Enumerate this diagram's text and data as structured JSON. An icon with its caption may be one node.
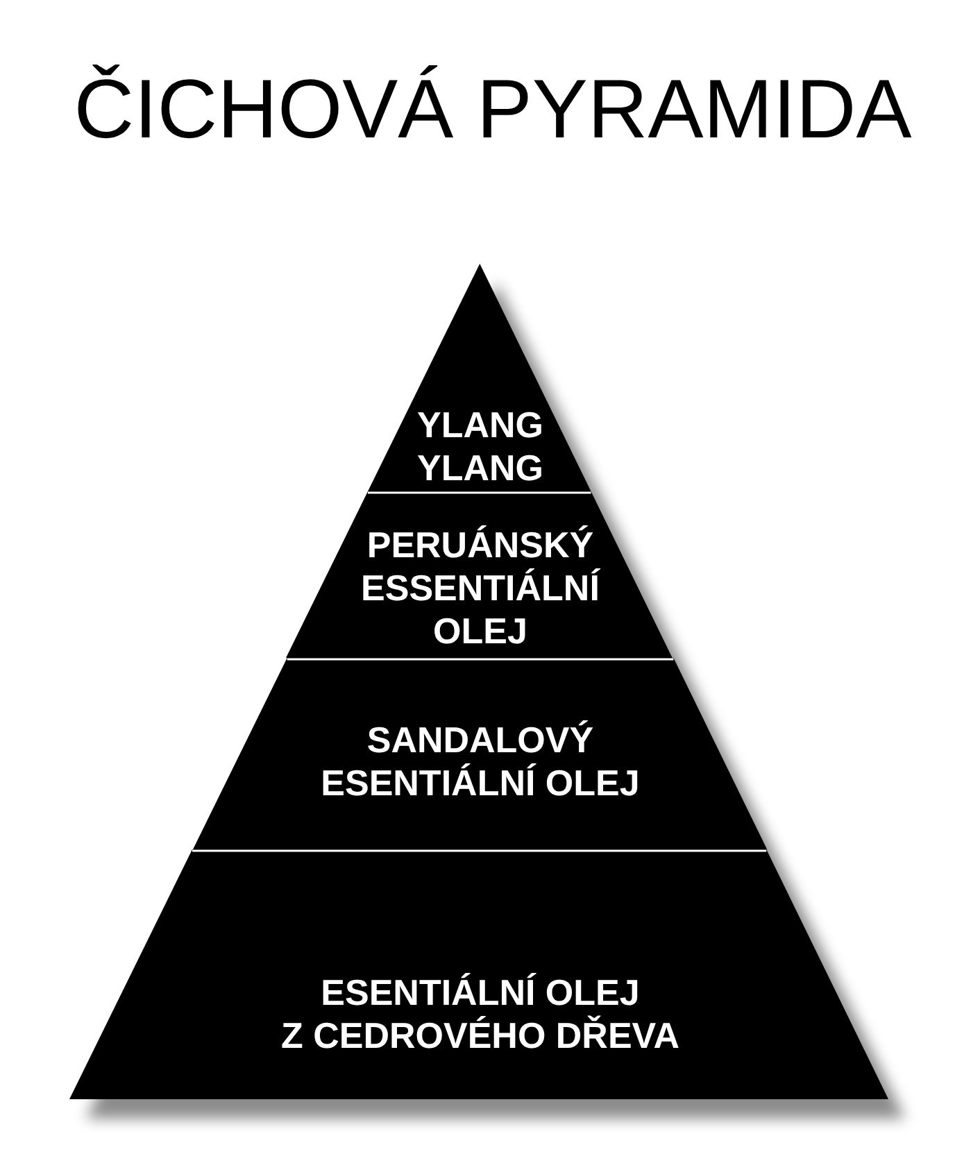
{
  "diagram": {
    "title": "ČICHOVÁ PYRAMIDA",
    "nodes": [
      {
        "text": [
          "YLANG YLANG"
        ]
      },
      {
        "text": [
          "PERUÁNSKÝ ESSENTIÁLNÍ OLEJ"
        ]
      },
      {
        "text": [
          "SANDALOVÝ ESENTIÁLNÍ OLEJ"
        ]
      },
      {
        "text": [
          "ESENTIÁLNÍ OLEJ Z CEDROVÉHO DŘEVA"
        ]
      }
    ]
  }
}
